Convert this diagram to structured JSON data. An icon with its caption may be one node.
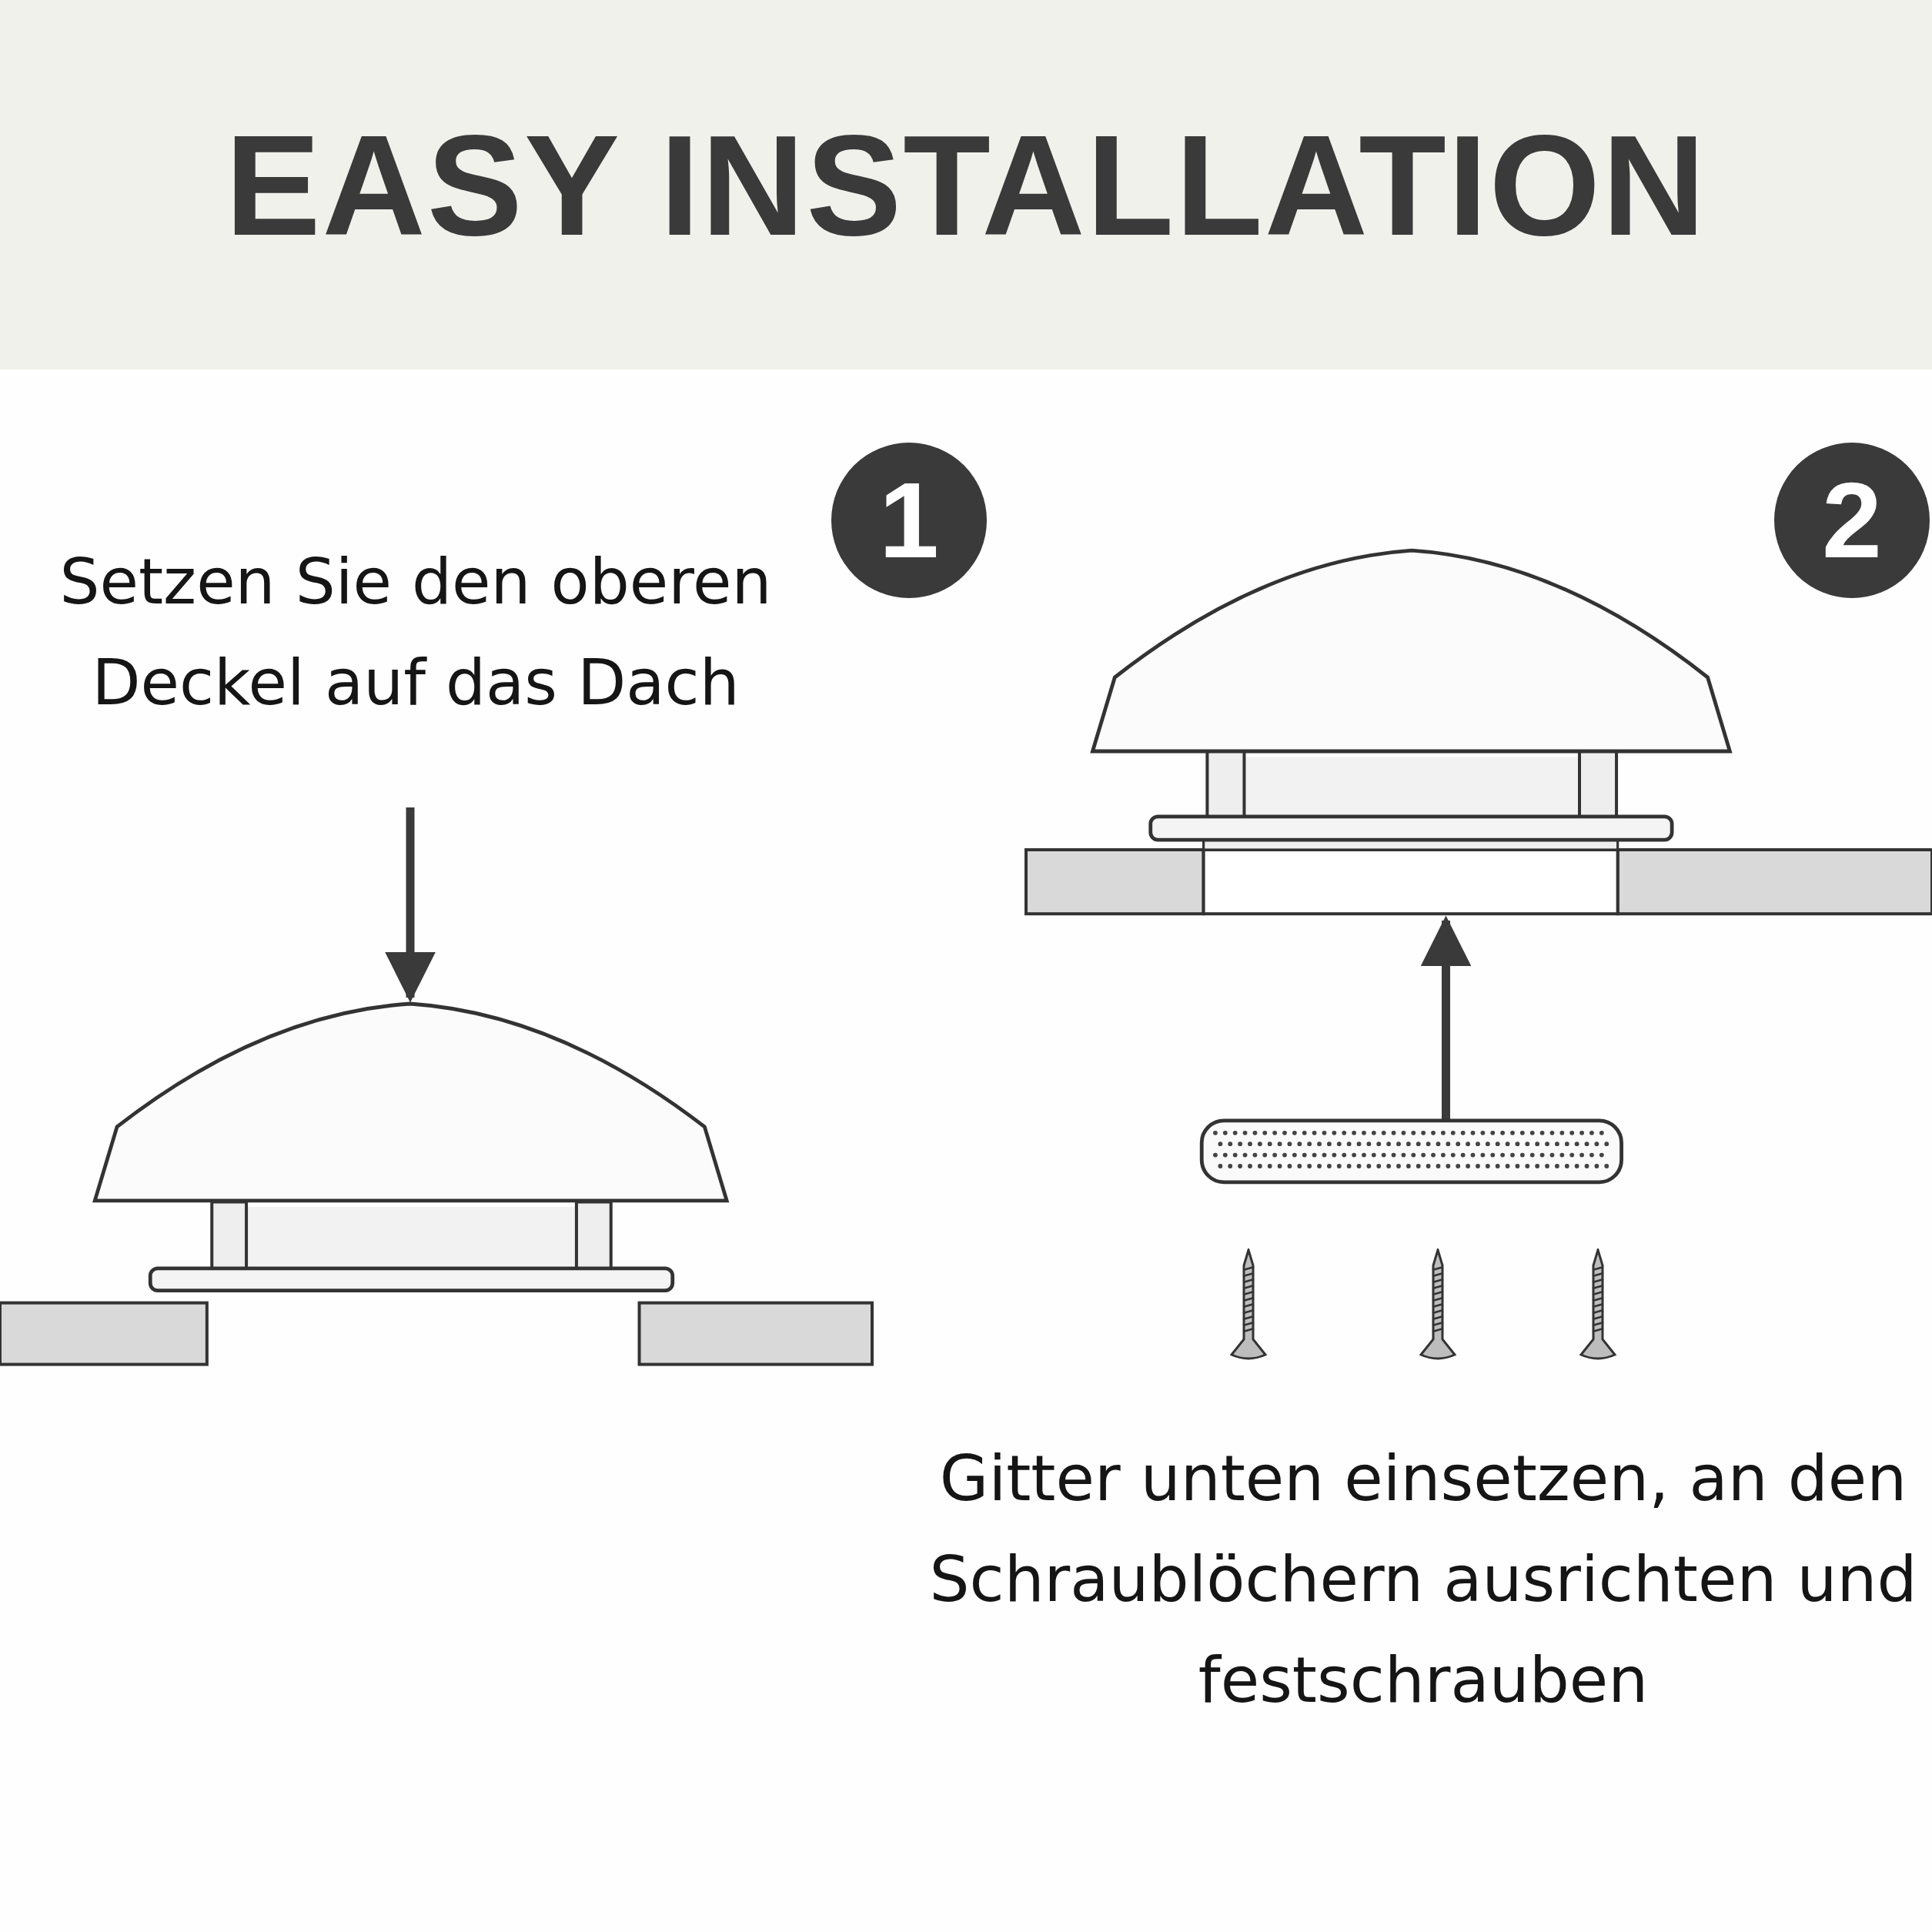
{
  "diagram": {
    "title": "EASY INSTALLATION",
    "nodes": [
      {
        "text": [
          "1"
        ]
      },
      {
        "text": [
          "Setzen Sie den oberen Deckel auf das Dach"
        ]
      },
      {
        "text": [],
        "shape": "picture"
      },
      {
        "text": [
          "2"
        ]
      },
      {
        "text": [],
        "shape": "picture"
      },
      {
        "text": [],
        "shape": "picture"
      },
      {
        "text": [
          "Gitter unten einsetzen, an den Schraublöchern ausrichten und festschrauben"
        ]
      }
    ],
    "edges": [
      {
        "from": null,
        "to": 2,
        "arrow": "to"
      },
      {
        "from": 5,
        "to": 4,
        "arrow": "to"
      }
    ]
  }
}
